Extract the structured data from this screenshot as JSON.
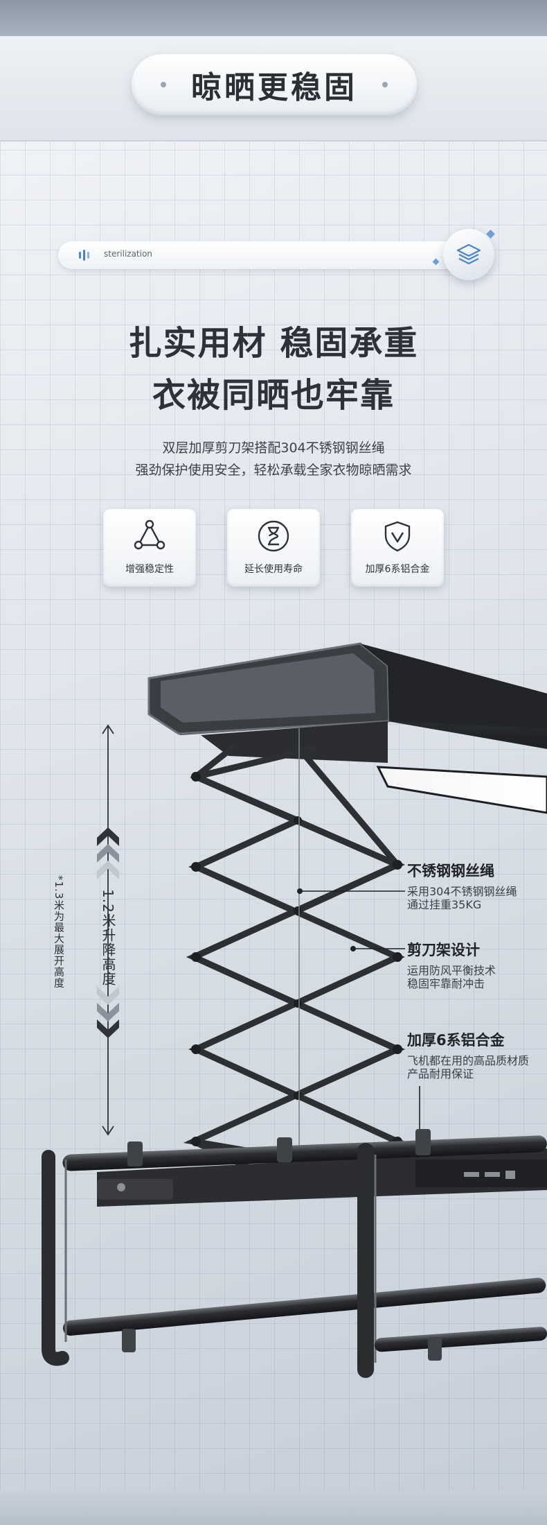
{
  "header": {
    "title": "晾晒更稳固"
  },
  "badge_bar": {
    "label": "sterilization",
    "icon": "layers-icon"
  },
  "headline": {
    "line1": "扎实用材 稳固承重",
    "line2": "衣被同晒也牢靠"
  },
  "subtitle": {
    "line1": "双层加厚剪刀架搭配304不锈钢钢丝绳",
    "line2": "强劲保护使用安全，轻松承载全家衣物晾晒需求"
  },
  "features": [
    {
      "icon": "triangle-nodes-icon",
      "label": "增强稳定性"
    },
    {
      "icon": "hourglass-icon",
      "label": "延长使用寿命"
    },
    {
      "icon": "shield-check-icon",
      "label": "加厚6系铝合金"
    }
  ],
  "callouts": [
    {
      "title": "不锈钢钢丝绳",
      "text1": "采用304不锈钢钢丝绳",
      "text2": "通过挂重35KG"
    },
    {
      "title": "剪刀架设计",
      "text1": "运用防风平衡技术",
      "text2": "稳固牢靠耐冲击"
    },
    {
      "title": "加厚6系铝合金",
      "text1": "飞机都在用的高品质材质",
      "text2": "产品耐用保证"
    }
  ],
  "measure": {
    "lift_height": "1.2米升降高度",
    "max_note": "*1.3米为最大展开高度"
  },
  "colors": {
    "accent": "#4a86c7",
    "text_dark": "#2b2f35",
    "frame": "#2a2c30"
  }
}
